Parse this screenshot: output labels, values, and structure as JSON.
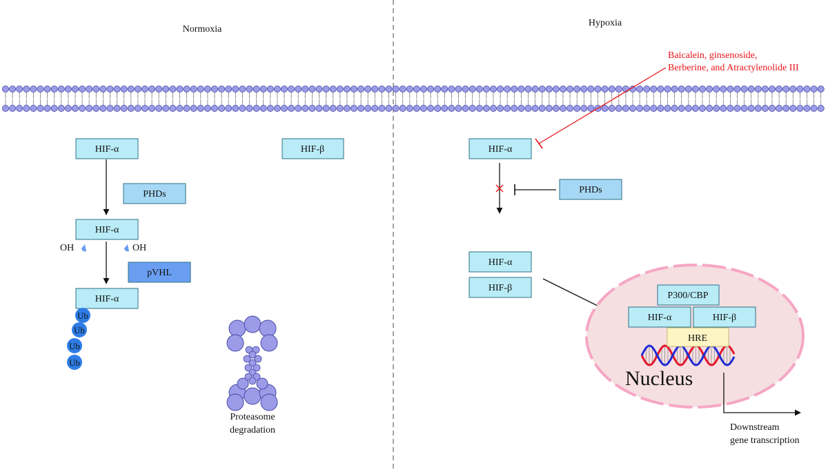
{
  "panels": {
    "normoxia": "Normoxia",
    "hypoxia": "Hypoxia"
  },
  "inhibitor_text": {
    "line1": "Baicalein, ginsenoside,",
    "line2": "Berberine, and Atractylenolide III"
  },
  "normoxia": {
    "hif_alpha_1": "HIF-α",
    "hif_beta": "HIF-β",
    "phds": "PHDs",
    "hif_alpha_2": "HIF-α",
    "oh_left": "OH",
    "oh_right": "OH",
    "pvhl": "pVHL",
    "hif_alpha_3": "HIF-α",
    "ub": [
      "Ub",
      "Ub",
      "Ub",
      "Ub"
    ],
    "proteasome_line1": "Proteasome",
    "proteasome_line2": "degradation"
  },
  "hypoxia": {
    "hif_alpha_1": "HIF-α",
    "phds": "PHDs",
    "hif_alpha_2": "HIF-α",
    "hif_beta": "HIF-β",
    "p300": "P300/CBP",
    "nuc_hif_alpha": "HIF-α",
    "nuc_hif_beta": "HIF-β",
    "hre": "HRE",
    "nucleus": "Nucleus",
    "downstream_line1": "Downstream",
    "downstream_line2": "gene transcription"
  },
  "colors": {
    "light_box": "#b9ecf7",
    "phds_box": "#a6d8f5",
    "pvhl_box": "#6a9ef1",
    "lipid_head": "#9b9be8",
    "ub": "#2e7de6",
    "inhibitor": "#e8141b",
    "nucleus_fill": "#f5dfe1",
    "hre_box": "#fdf5c4",
    "dna_red": "#e5162a",
    "dna_blue": "#1f2bd6"
  }
}
